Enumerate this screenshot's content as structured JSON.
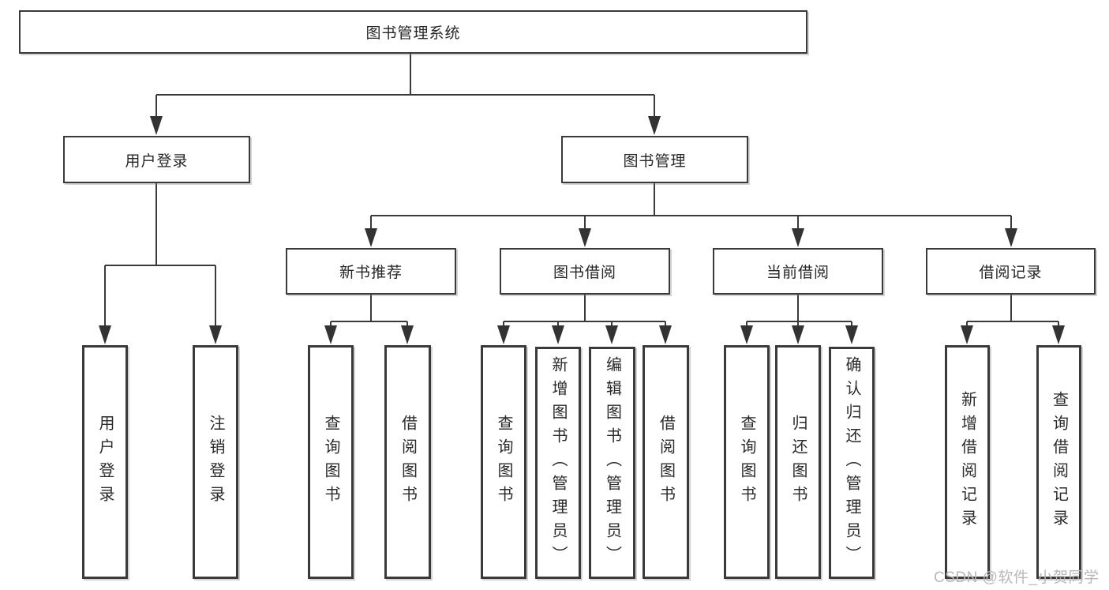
{
  "diagram": {
    "title": "图书管理系统",
    "root": {
      "label": "图书管理系统"
    },
    "level2": [
      {
        "label": "用户登录"
      },
      {
        "label": "图书管理"
      }
    ],
    "level3": [
      {
        "label": "新书推荐"
      },
      {
        "label": "图书借阅"
      },
      {
        "label": "当前借阅"
      },
      {
        "label": "借阅记录"
      }
    ],
    "leaves": [
      {
        "label": "用户登录"
      },
      {
        "label": "注销登录"
      },
      {
        "label": "查询图书"
      },
      {
        "label": "借阅图书"
      },
      {
        "label": "查询图书"
      },
      {
        "label": "新增图书（管理员）"
      },
      {
        "label": "编辑图书（管理员）"
      },
      {
        "label": "借阅图书"
      },
      {
        "label": "查询图书"
      },
      {
        "label": "归还图书"
      },
      {
        "label": "确认归还（管理员）"
      },
      {
        "label": "新增借阅记录"
      },
      {
        "label": "查询借阅记录"
      }
    ],
    "colors": {
      "line": "#3a3a3a",
      "box_border": "#3a3a3a",
      "text": "#262626",
      "background": "#ffffff",
      "watermark": "#b8b8b8"
    },
    "watermark": "CSDN @软件_小贺同学"
  }
}
